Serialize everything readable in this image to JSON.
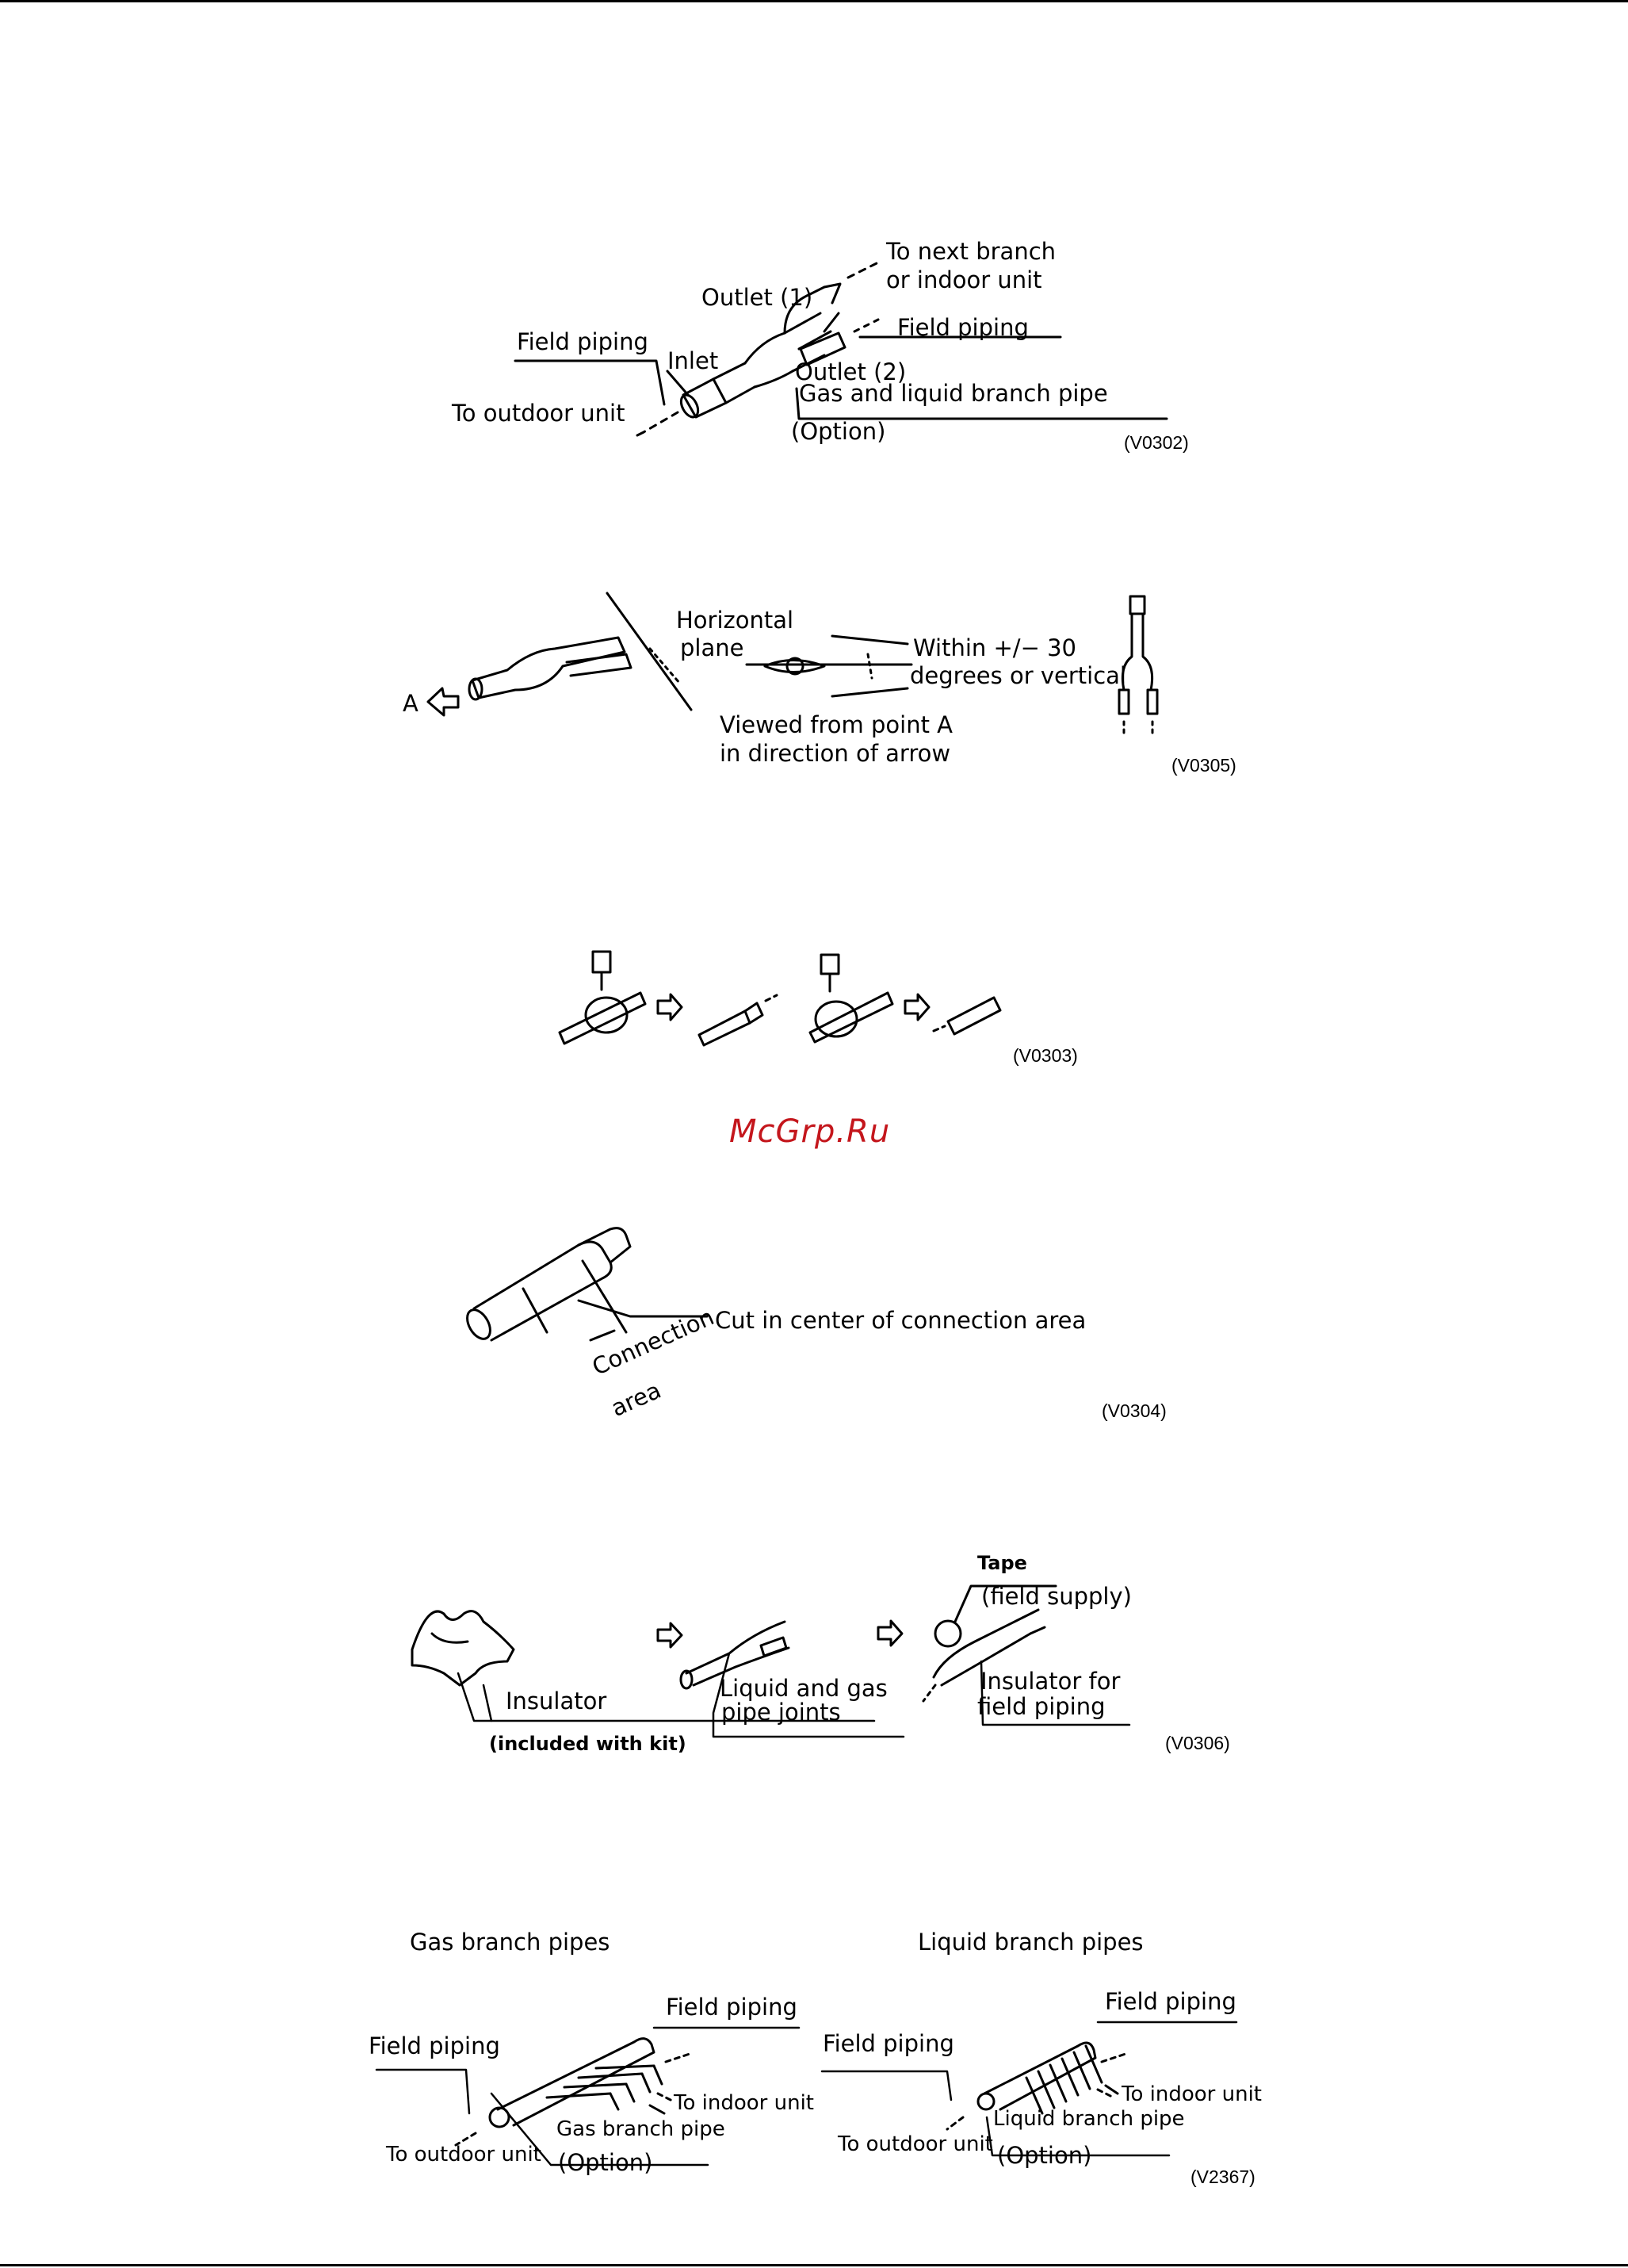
{
  "watermark": "McGrp.Ru",
  "figures": {
    "v0302": {
      "code": "(V0302)",
      "to_next_branch": "To next branch",
      "or_indoor_unit": "or indoor unit",
      "outlet1": "Outlet (1)",
      "field_piping_right": "Field piping",
      "field_piping_left": "Field piping",
      "inlet": "Inlet",
      "outlet2": "Outlet (2)",
      "gas_liquid_branch_pipe": "Gas and liquid branch pipe",
      "to_outdoor_unit": "To outdoor unit",
      "option": "(Option)"
    },
    "v0305": {
      "code": "(V0305)",
      "horizontal": "Horizontal",
      "plane": "plane",
      "within": "Within +/− 30",
      "degrees_or_vertical": "degrees or vertical",
      "point_a": "A",
      "viewed_from": "Viewed from point A",
      "in_direction": "in direction of arrow"
    },
    "v0303": {
      "code": "(V0303)"
    },
    "v0304": {
      "code": "(V0304)",
      "cut_in_center": "Cut in center of connection area",
      "connection": "Connection",
      "area": "area"
    },
    "v0306": {
      "code": "(V0306)",
      "tape": "Tape",
      "field_supply": "(field supply)",
      "insulator": "Insulator",
      "included_with_kit": "(included with kit)",
      "liquid_and_gas": "Liquid and gas",
      "pipe_joints": "pipe joints",
      "insulator_for": "Insulator for",
      "field_piping": "field piping"
    },
    "v2367": {
      "code": "(V2367)",
      "gas_branch_pipes": "Gas branch pipes",
      "liquid_branch_pipes": "Liquid branch pipes",
      "gas_field_piping_right": "Field piping",
      "gas_field_piping_left": "Field piping",
      "gas_to_indoor_unit": "To indoor unit",
      "gas_branch_pipe": "Gas branch pipe",
      "gas_to_outdoor_unit": "To outdoor unit",
      "gas_option": "(Option)",
      "liq_field_piping_right": "Field piping",
      "liq_field_piping_left": "Field piping",
      "liq_to_indoor_unit": "To indoor unit",
      "liq_branch_pipe": "Liquid branch pipe",
      "liq_to_outdoor_unit": "To outdoor unit",
      "liq_option": "(Option)"
    }
  }
}
